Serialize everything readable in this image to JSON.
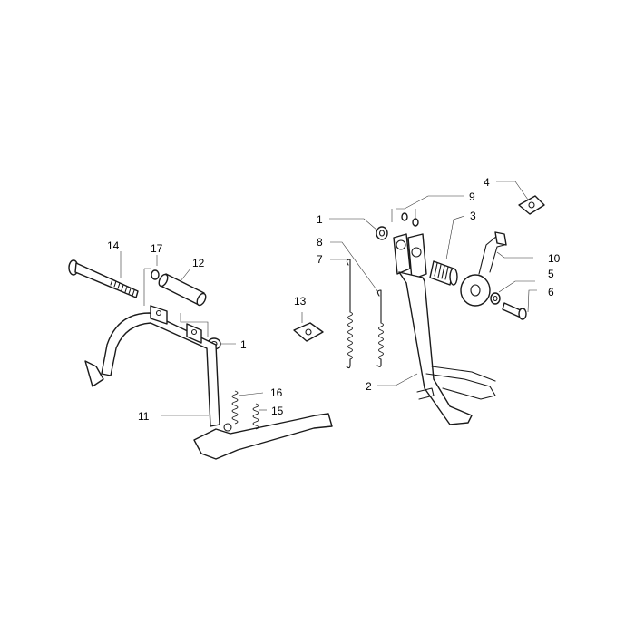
{
  "diagram": {
    "parts": [
      {
        "key": "p1a",
        "number": "1"
      },
      {
        "key": "p1b",
        "number": "1"
      },
      {
        "key": "p2",
        "number": "2"
      },
      {
        "key": "p3",
        "number": "3"
      },
      {
        "key": "p4",
        "number": "4"
      },
      {
        "key": "p5",
        "number": "5"
      },
      {
        "key": "p6",
        "number": "6"
      },
      {
        "key": "p7",
        "number": "7"
      },
      {
        "key": "p8",
        "number": "8"
      },
      {
        "key": "p9",
        "number": "9"
      },
      {
        "key": "p10",
        "number": "10"
      },
      {
        "key": "p11",
        "number": "11"
      },
      {
        "key": "p12",
        "number": "12"
      },
      {
        "key": "p13",
        "number": "13"
      },
      {
        "key": "p14",
        "number": "14"
      },
      {
        "key": "p15",
        "number": "15"
      },
      {
        "key": "p16",
        "number": "16"
      },
      {
        "key": "p17",
        "number": "17"
      }
    ]
  }
}
